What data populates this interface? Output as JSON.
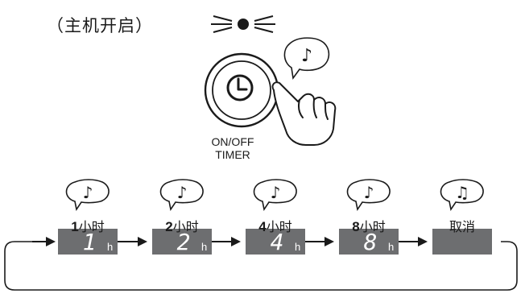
{
  "caption": "（主机开启）",
  "button": {
    "label_line1": "ON/OFF",
    "label_line2": "TIMER",
    "sound_icon": "music-note-icon"
  },
  "indicator_icon": "flashing-lamp-icon",
  "steps": [
    {
      "display_value": "1",
      "display_unit": "h",
      "caption_value": "1",
      "caption_text": "小时",
      "beep": "single-note"
    },
    {
      "display_value": "2",
      "display_unit": "h",
      "caption_value": "2",
      "caption_text": "小时",
      "beep": "single-note"
    },
    {
      "display_value": "4",
      "display_unit": "h",
      "caption_value": "4",
      "caption_text": "小时",
      "beep": "single-note"
    },
    {
      "display_value": "8",
      "display_unit": "h",
      "caption_value": "8",
      "caption_text": "小时",
      "beep": "single-note"
    },
    {
      "display_value": "",
      "display_unit": "",
      "caption_value": "",
      "caption_text": "取消",
      "beep": "double-note"
    }
  ],
  "colors": {
    "display_bg": "#6d6e70",
    "display_digit": "#ffffff",
    "line": "#1a1a1a"
  }
}
